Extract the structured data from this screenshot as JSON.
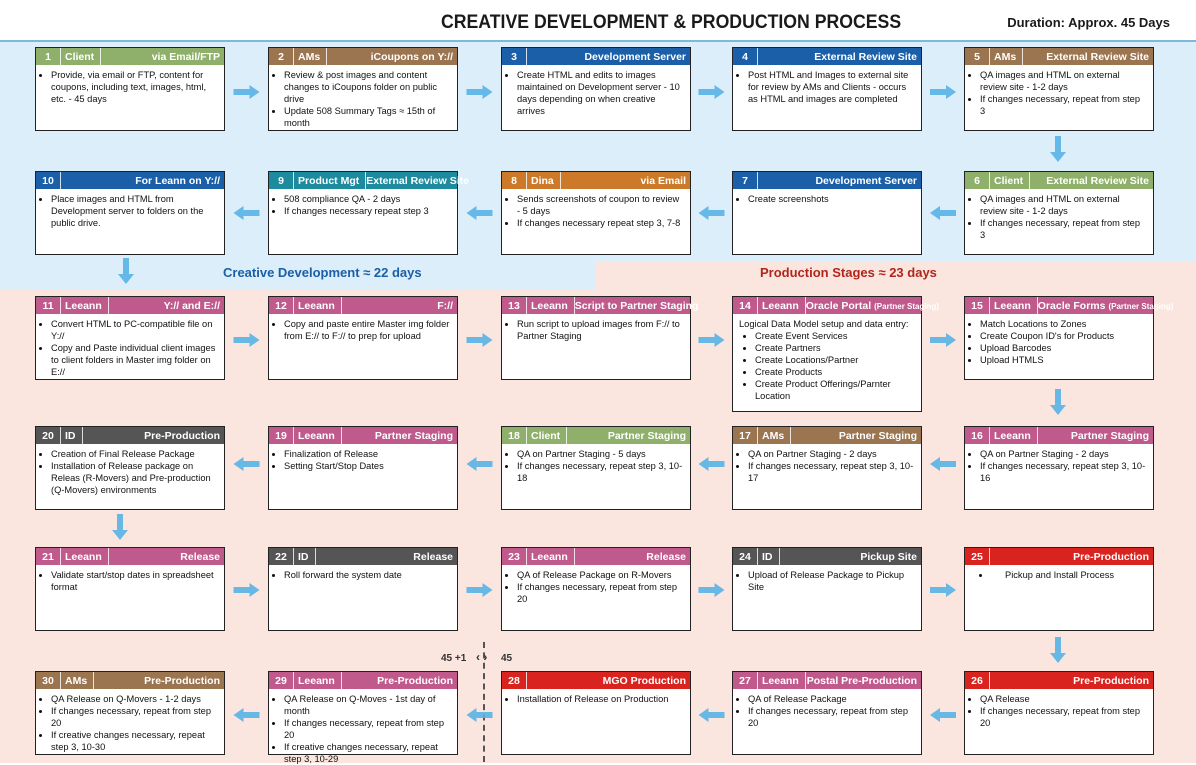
{
  "title": "CREATIVE DEVELOPMENT & PRODUCTION PROCESS",
  "duration": "Duration: Approx. 45 Days",
  "stages": {
    "creative": "Creative Development ≈ 22 days",
    "production": "Production Stages ≈ 23 days"
  },
  "colors": {
    "creative_stage": "#1a5fa8",
    "production_stage": "#b0261e",
    "creative_band": "#dbeef9",
    "production_band": "#fae6de",
    "arrow": "#57b3e6"
  },
  "marker": {
    "left": "45 +1",
    "right": "45"
  },
  "steps": [
    {
      "n": "1",
      "role": "Client",
      "loc": "via Email/FTP",
      "color": "green",
      "items": [
        "Provide, via email or FTP, content for coupons, including text, images, html, etc. - 45 days"
      ]
    },
    {
      "n": "2",
      "role": "AMs",
      "loc": "iCoupons on Y://",
      "color": "brown",
      "items": [
        "Review & post images and content changes to iCoupons folder on public drive",
        "Update 508 Summary Tags ≈ 15th of month"
      ]
    },
    {
      "n": "3",
      "role": "",
      "loc": "Development Server",
      "color": "blue",
      "items": [
        "Create HTML and edits to images maintained on Development server - 10 days depending on when creative arrives"
      ]
    },
    {
      "n": "4",
      "role": "",
      "loc": "External Review Site",
      "color": "blue",
      "items": [
        "Post HTML and Images to external site for review by AMs and Clients - occurs as HTML and images are completed"
      ]
    },
    {
      "n": "5",
      "role": "AMs",
      "loc": "External Review Site",
      "color": "brown",
      "items": [
        "QA images and HTML on external review site - 1-2 days",
        "If changes necessary, repeat from step 3"
      ]
    },
    {
      "n": "6",
      "role": "Client",
      "loc": "External Review Site",
      "color": "green",
      "items": [
        "QA images and HTML on external review site - 1-2 days",
        "If changes necessary, repeat from step 3"
      ]
    },
    {
      "n": "7",
      "role": "",
      "loc": "Development Server",
      "color": "blue",
      "items": [
        "Create screenshots"
      ]
    },
    {
      "n": "8",
      "role": "Dina",
      "loc": "via Email",
      "color": "orange",
      "items": [
        "Sends screenshots of coupon to review - 5 days",
        "If changes necessary repeat step 3, 7-8"
      ]
    },
    {
      "n": "9",
      "role": "Product Mgt",
      "loc": "External Review Site",
      "color": "teal",
      "items": [
        "508 compliance QA - 2 days",
        "If changes necessary repeat step 3"
      ]
    },
    {
      "n": "10",
      "role": "",
      "loc": "For Leann on Y://",
      "color": "blue",
      "items": [
        "Place images and HTML from Development server to folders on the public drive."
      ]
    },
    {
      "n": "11",
      "role": "Leeann",
      "loc": "Y:// and E://",
      "color": "pink",
      "items": [
        "Convert HTML to PC-compatible file on Y://",
        "Copy and Paste individual client images to client folders in Master img folder on E://"
      ]
    },
    {
      "n": "12",
      "role": "Leeann",
      "loc": "F://",
      "color": "pink",
      "items": [
        "Copy and paste entire Master img folder from E:// to F:// to prep for upload"
      ]
    },
    {
      "n": "13",
      "role": "Leeann",
      "loc": "Script to Partner Staging",
      "color": "pink",
      "items": [
        "Run script to upload images from F:// to Partner Staging"
      ]
    },
    {
      "n": "14",
      "role": "Leeann",
      "loc": "Oracle Portal",
      "loc2": "(Partner Staging)",
      "color": "pink",
      "intro": "Logical Data Model setup and data entry:",
      "items": [
        "Create Event Services",
        "Create Partners",
        "Create Locations/Partner",
        "Create Products",
        "Create Product Offerings/Parnter Location"
      ]
    },
    {
      "n": "15",
      "role": "Leeann",
      "loc": "Oracle Forms",
      "loc2": "(Partner Staging)",
      "color": "pink",
      "items": [
        "Match Locations to Zones",
        "Create Coupon ID's for Products",
        "Upload Barcodes",
        "Upload HTMLS"
      ]
    },
    {
      "n": "16",
      "role": "Leeann",
      "loc": "Partner Staging",
      "color": "pink",
      "items": [
        "QA on Partner Staging - 2 days",
        "If changes necessary, repeat step 3, 10-16"
      ]
    },
    {
      "n": "17",
      "role": "AMs",
      "loc": "Partner Staging",
      "color": "brown",
      "items": [
        "QA on Partner Staging - 2 days",
        "If changes necessary, repeat step 3, 10-17"
      ]
    },
    {
      "n": "18",
      "role": "Client",
      "loc": "Partner Staging",
      "color": "green",
      "items": [
        "QA on Partner Staging - 5 days",
        "If changes necessary, repeat step 3, 10-18"
      ]
    },
    {
      "n": "19",
      "role": "Leeann",
      "loc": "Partner Staging",
      "color": "pink",
      "items": [
        "Finalization of Release",
        "Setting Start/Stop Dates"
      ]
    },
    {
      "n": "20",
      "role": "ID",
      "loc": "Pre-Production",
      "color": "gray",
      "items": [
        "Creation of Final Release Package",
        "Installation of Release package on Releas (R-Movers) and Pre-production (Q-Movers) environments"
      ]
    },
    {
      "n": "21",
      "role": "Leeann",
      "loc": "Release",
      "color": "pink",
      "items": [
        "Validate start/stop dates in spreadsheet format"
      ]
    },
    {
      "n": "22",
      "role": "ID",
      "loc": "Release",
      "color": "gray",
      "items": [
        "Roll forward the system date"
      ]
    },
    {
      "n": "23",
      "role": "Leeann",
      "loc": "Release",
      "color": "pink",
      "items": [
        "QA of Release Package on R-Movers",
        "If changes necessary, repeat from step 20"
      ]
    },
    {
      "n": "24",
      "role": "ID",
      "loc": "Pickup Site",
      "color": "gray",
      "items": [
        "Upload of Release Package to Pickup Site"
      ]
    },
    {
      "n": "25",
      "role": "",
      "loc": "Pre-Production",
      "color": "red",
      "items": [
        "Pickup and Install Process"
      ]
    },
    {
      "n": "26",
      "role": "",
      "loc": "Pre-Production",
      "color": "red",
      "items": [
        "QA Release",
        "If changes necessary, repeat from step 20"
      ]
    },
    {
      "n": "27",
      "role": "Leeann",
      "loc": "Postal Pre-Production",
      "color": "pink",
      "items": [
        "QA of Release Package",
        "If changes necessary, repeat from step 20"
      ]
    },
    {
      "n": "28",
      "role": "",
      "loc": "MGO Production",
      "color": "red",
      "items": [
        "Installation of Release on Production"
      ]
    },
    {
      "n": "29",
      "role": "Leeann",
      "loc": "Pre-Production",
      "color": "pink",
      "items": [
        "QA Release on Q-Moves - 1st day of month",
        "If changes necessary, repeat from step 20",
        "If creative changes necessary, repeat step 3, 10-29"
      ]
    },
    {
      "n": "30",
      "role": "AMs",
      "loc": "Pre-Production",
      "color": "brown",
      "items": [
        "QA Release on Q-Movers - 1-2 days",
        "If changes necessary, repeat from step 20",
        "If creative changes necessary, repeat step 3, 10-30"
      ]
    }
  ]
}
